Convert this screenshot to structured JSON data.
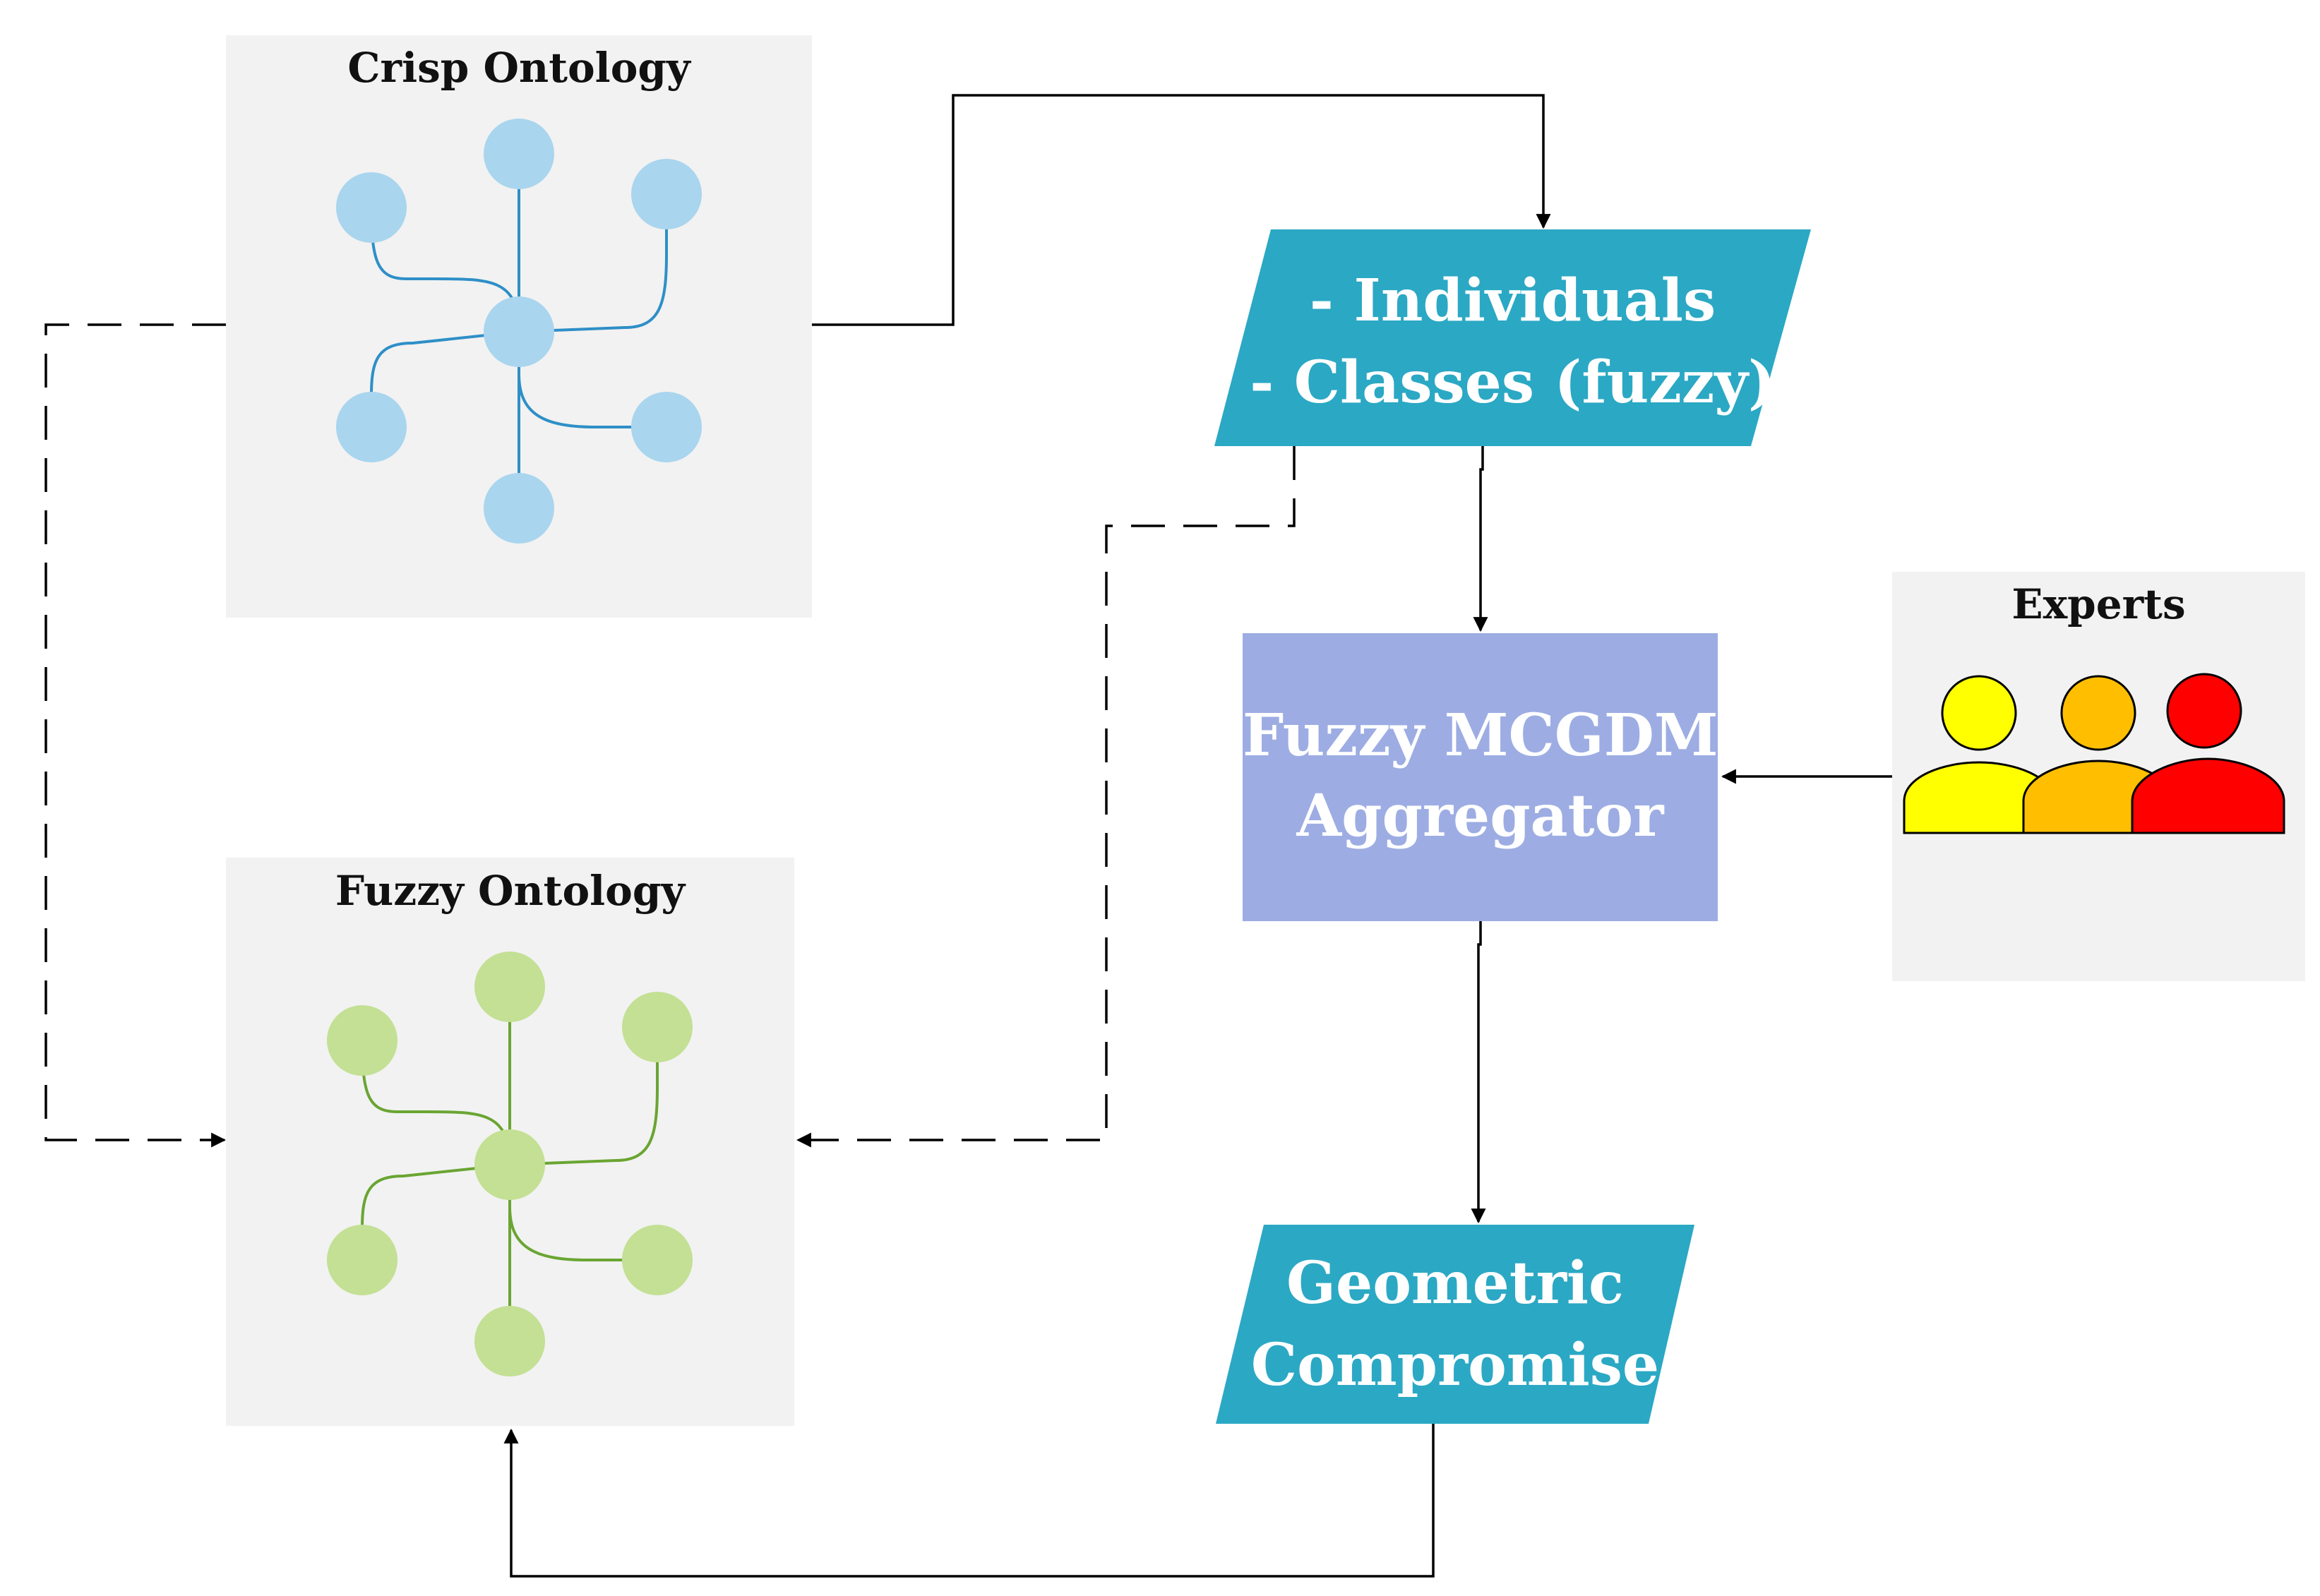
{
  "crisp_ontology": {
    "title": "Crisp Ontology",
    "node_color": "#a9d5ee",
    "edge_color": "#2e8fc7"
  },
  "fuzzy_ontology": {
    "title": "Fuzzy Ontology",
    "node_color": "#c3e094",
    "edge_color": "#6aa532"
  },
  "input_box": {
    "line1": "- Individuals",
    "line2": "- Classes (fuzzy)",
    "color": "#2ba8c4"
  },
  "aggregator": {
    "line1": "Fuzzy MCGDM",
    "line2": "Aggregator",
    "color": "#9dade3"
  },
  "output_box": {
    "line1": "Geometric",
    "line2": "Compromise",
    "color": "#2ba8c4"
  },
  "experts": {
    "title": "Experts",
    "people": [
      {
        "name": "expert-1",
        "color": "#ffff00"
      },
      {
        "name": "expert-2",
        "color": "#ffbf00"
      },
      {
        "name": "expert-3",
        "color": "#ff0000"
      }
    ]
  },
  "panel_color": "#f2f2f2"
}
